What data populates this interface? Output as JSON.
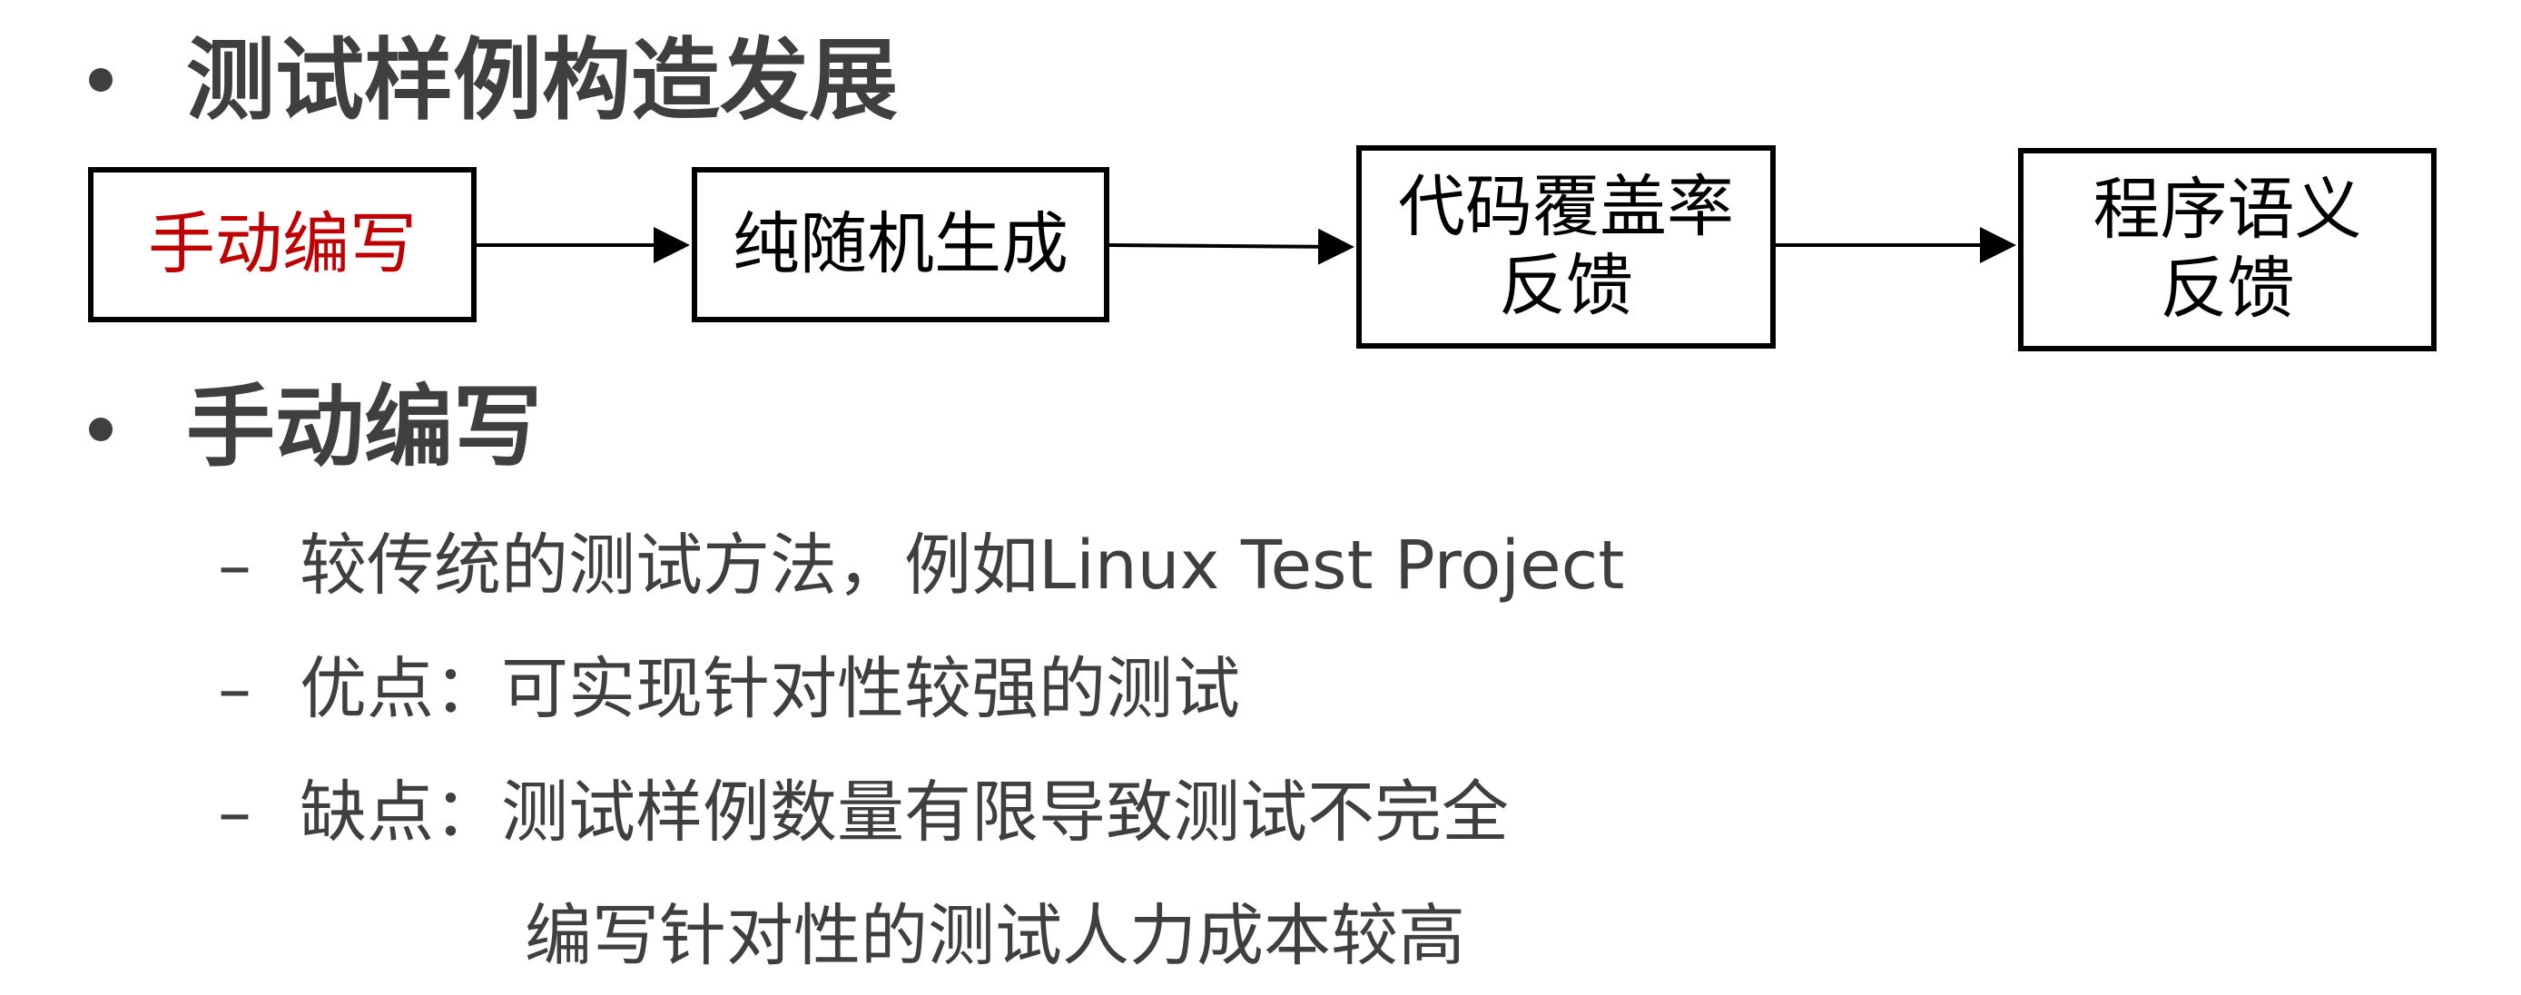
{
  "section_heading": "测试样例构造发展",
  "flow": {
    "steps": [
      {
        "lines": [
          "手动编写"
        ],
        "highlight_color": "#c00000"
      },
      {
        "lines": [
          "纯随机生成"
        ]
      },
      {
        "lines": [
          "代码覆盖率",
          "反馈"
        ]
      },
      {
        "lines": [
          "程序语义",
          "反馈"
        ]
      }
    ]
  },
  "subsection_heading": "手动编写",
  "details": {
    "dash": "–",
    "items": [
      "较传统的测试方法，例如Linux Test Project",
      "优点：可实现针对性较强的测试",
      "缺点：测试样例数量有限导致测试不完全"
    ],
    "continuation": "编写针对性的测试人力成本较高"
  }
}
